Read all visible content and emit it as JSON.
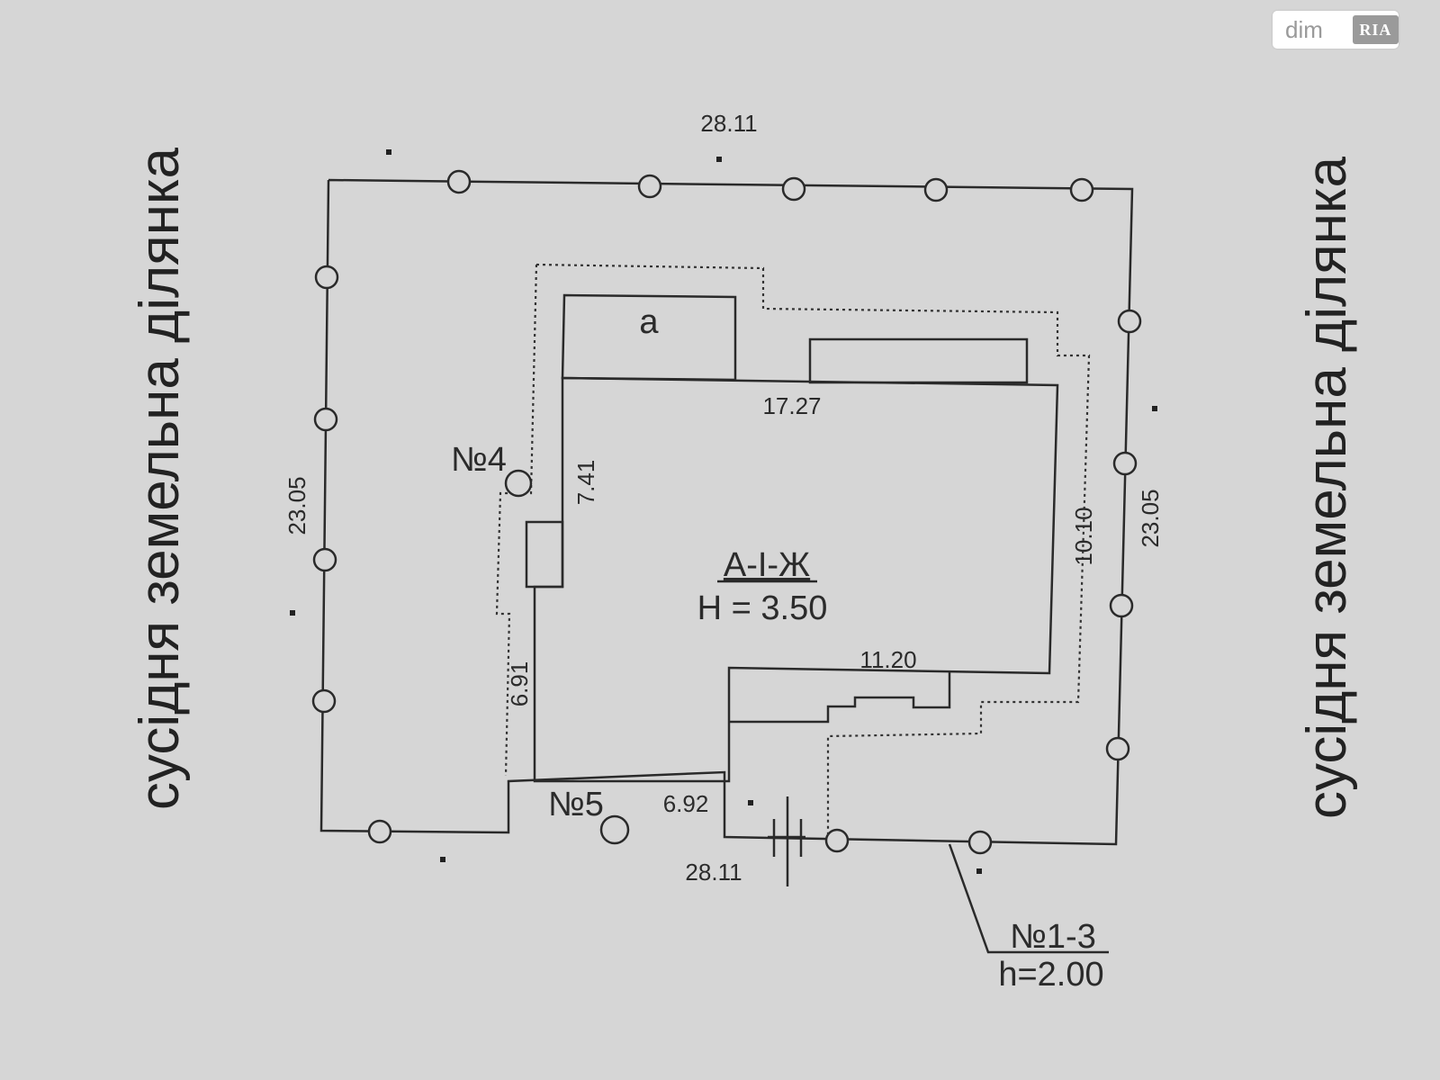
{
  "side_labels": {
    "left": "сусідня земельна ділянка",
    "right": "сусідня земельна ділянка"
  },
  "dimensions": {
    "top": "28.11",
    "bottom": "28.11",
    "left": "23.05",
    "right": "23.05",
    "house_top": "17.27",
    "house_left_upper": "7.41",
    "house_left_lower": "6.91",
    "house_bottom": "6.92",
    "house_step": "11.20",
    "dotted_right": "10.10"
  },
  "labels": {
    "annex": "а",
    "building_code": "А-І-Ж",
    "building_height": "H = 3.50",
    "well_4": "№4",
    "well_5": "№5",
    "fence_code": "№1-3",
    "fence_height": "h=2.00"
  },
  "badge": {
    "site": "dim",
    "brand": "RIA"
  }
}
